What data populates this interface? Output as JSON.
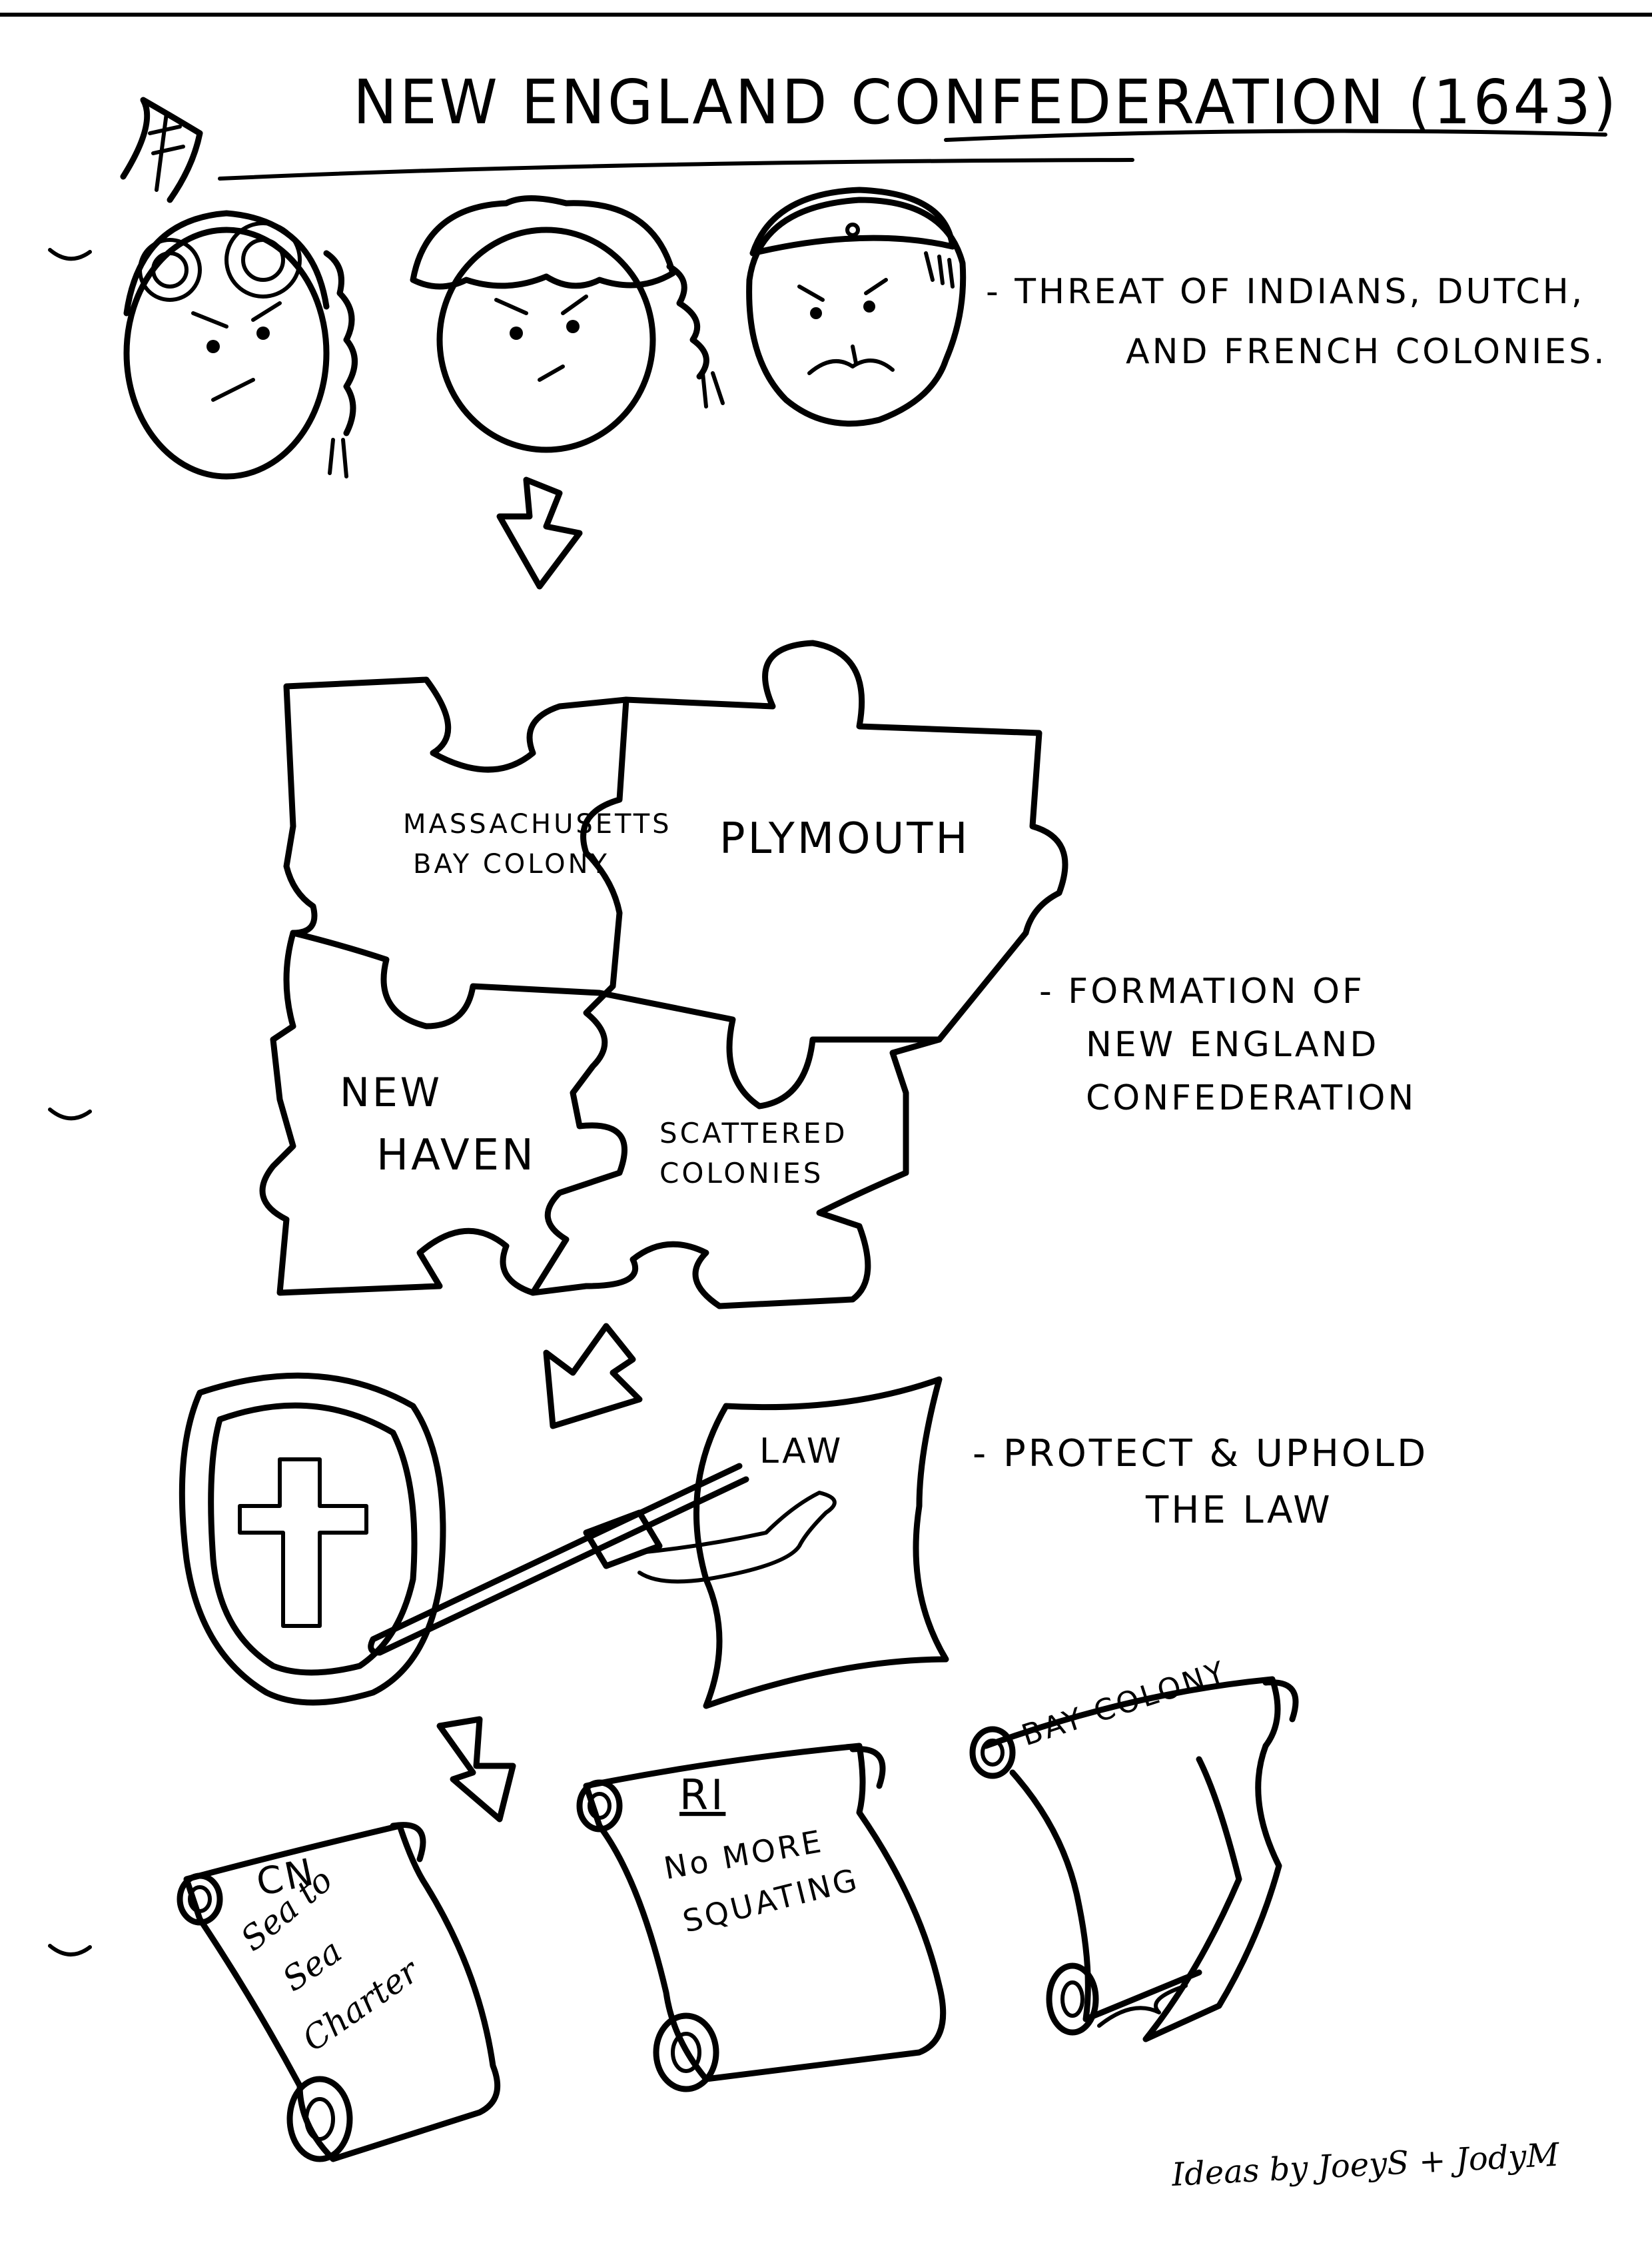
{
  "title": "NEW ENGLAND CONFEDERATION (1643)",
  "notes": {
    "threat_line1": "- THREAT OF INDIANS, DUTCH,",
    "threat_line2": "AND FRENCH COLONIES.",
    "formation_line1": "- FORMATION OF",
    "formation_line2": "NEW ENGLAND",
    "formation_line3": "CONFEDERATION",
    "protect_line1": "- PROTECT & UPHOLD",
    "protect_line2": "THE LAW"
  },
  "puzzle": {
    "piece1_line1": "MASSACHUSETTS",
    "piece1_line2": "BAY COLONY",
    "piece2": "PLYMOUTH",
    "piece3_line1": "NEW",
    "piece3_line2": "HAVEN",
    "piece4_line1": "SCATTERED",
    "piece4_line2": "COLONIES"
  },
  "law_sign": "LAW",
  "scrolls": {
    "cn_title": "CN",
    "cn_line1": "Sea to",
    "cn_line2": "Sea",
    "cn_line3": "Charter",
    "ri_title": "RI",
    "ri_line1": "No MORE",
    "ri_line2": "SQUATING",
    "bay_title": "BAY COLONY"
  },
  "credit": "Ideas by JoeyS + JodyM"
}
